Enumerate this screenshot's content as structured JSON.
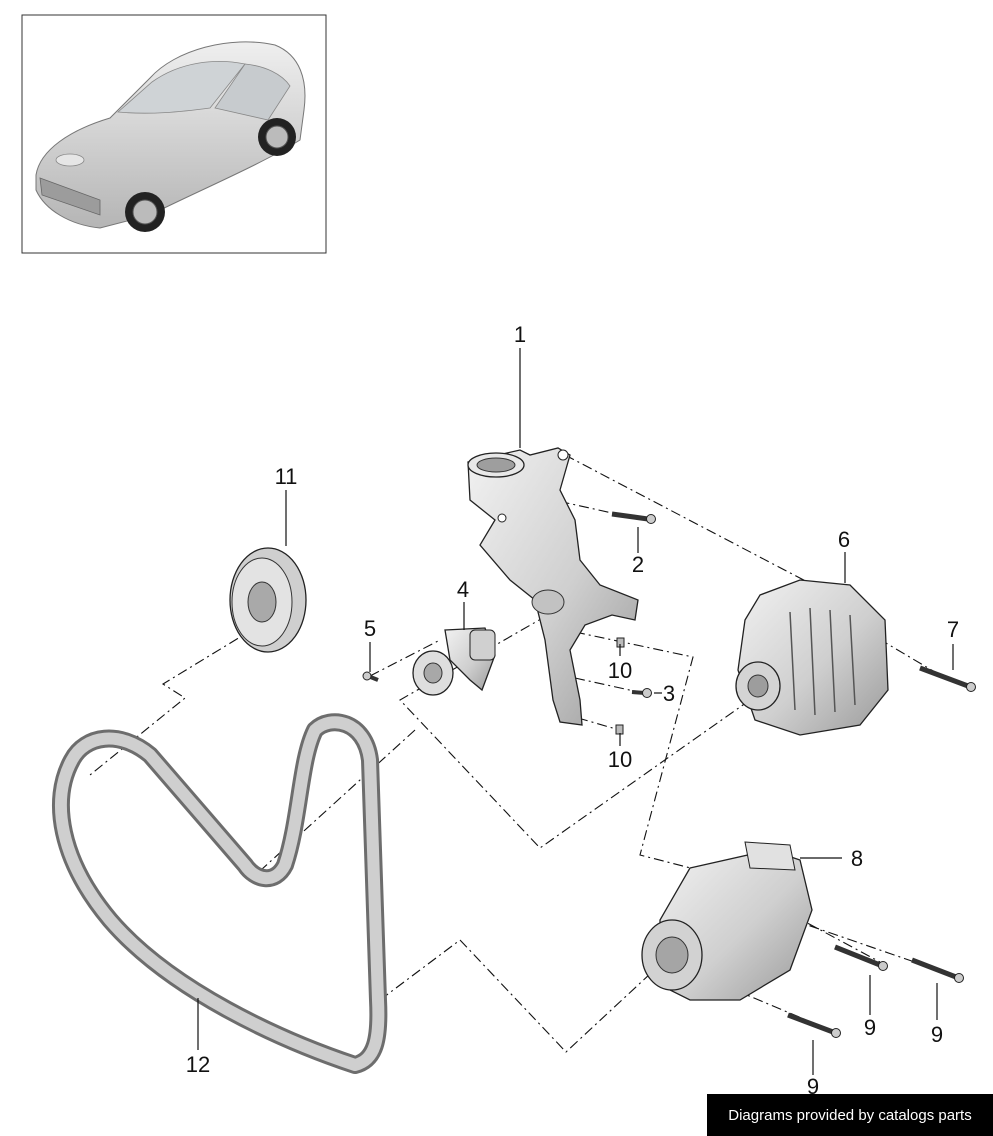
{
  "callouts": [
    {
      "id": "1",
      "label": "1"
    },
    {
      "id": "2",
      "label": "2"
    },
    {
      "id": "3",
      "label": "3"
    },
    {
      "id": "4",
      "label": "4"
    },
    {
      "id": "5",
      "label": "5"
    },
    {
      "id": "6",
      "label": "6"
    },
    {
      "id": "7",
      "label": "7"
    },
    {
      "id": "8",
      "label": "8"
    },
    {
      "id": "9a",
      "label": "9"
    },
    {
      "id": "9b",
      "label": "9"
    },
    {
      "id": "9c",
      "label": "9"
    },
    {
      "id": "10a",
      "label": "10"
    },
    {
      "id": "10b",
      "label": "10"
    },
    {
      "id": "11",
      "label": "11"
    },
    {
      "id": "12",
      "label": "12"
    }
  ],
  "footer": {
    "credit": "Diagrams provided by catalogs parts"
  },
  "colors": {
    "part_fill": "#d9d9d9",
    "part_dark": "#a8a8a8",
    "credit_bg": "#000000"
  }
}
